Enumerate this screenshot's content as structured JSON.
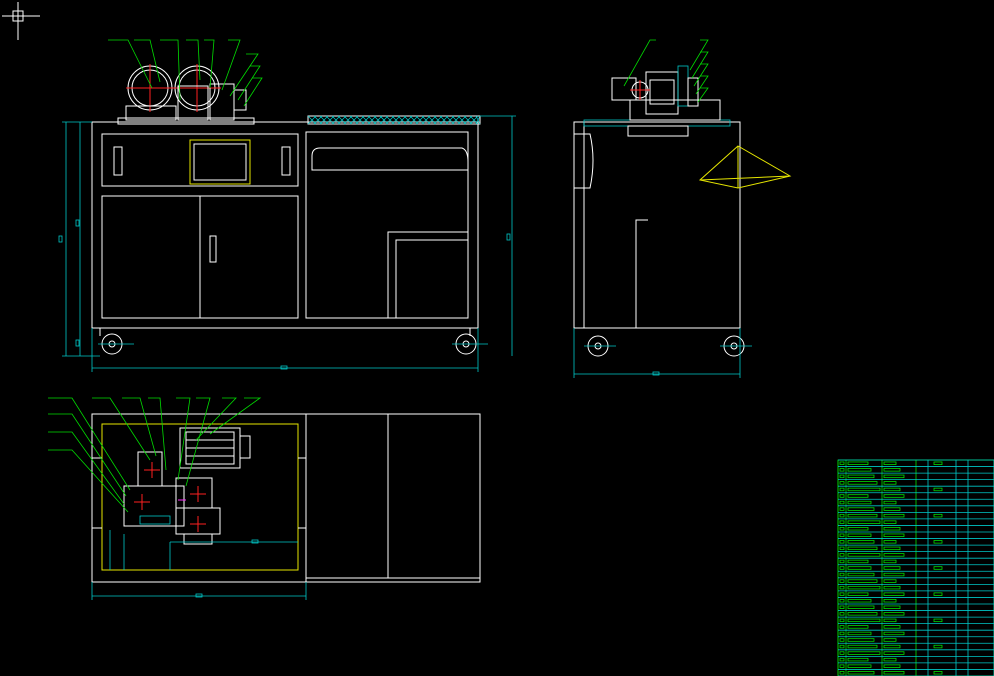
{
  "drawing": {
    "background": "#000000",
    "colors": {
      "outline": "#ffffff",
      "dimension": "#00c8c8",
      "leader": "#00dd00",
      "hidden": "#e6e600",
      "center": "#ff2020",
      "hatch": "#00c8c8"
    },
    "views": [
      "front-view",
      "side-view",
      "top-view"
    ],
    "parts_list": {
      "row_count": 33,
      "column_count": 7
    }
  }
}
